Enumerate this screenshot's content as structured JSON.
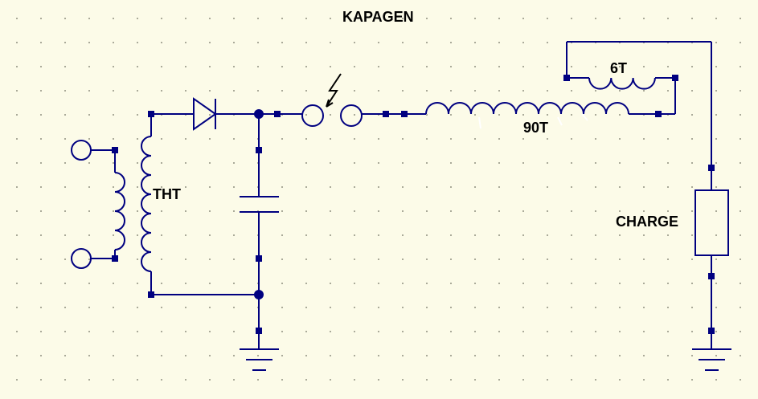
{
  "title": "KAPAGEN",
  "components": {
    "transformer_label": "THT",
    "primary_coil_label": "90T",
    "secondary_coil_label": "6T",
    "load_label": "CHARGE"
  },
  "colors": {
    "background": "#fcfbe8",
    "wire": "#000080",
    "text": "#000000"
  }
}
